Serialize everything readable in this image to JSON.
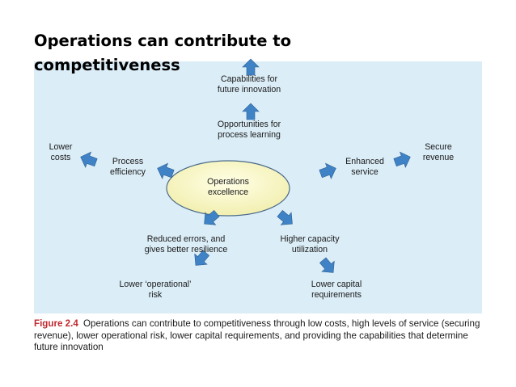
{
  "slide": {
    "title": "Operations can contribute to competitiveness"
  },
  "diagram": {
    "center": {
      "line1": "Operations",
      "line2": "excellence"
    },
    "nodes": {
      "capabilities": {
        "line1": "Capabilities for",
        "line2": "future innovation"
      },
      "opportunities": {
        "line1": "Opportunities for",
        "line2": "process learning"
      },
      "process_efficiency": {
        "line1": "Process",
        "line2": "efficiency"
      },
      "lower_costs": {
        "line1": "Lower",
        "line2": "costs"
      },
      "enhanced_service": {
        "line1": "Enhanced",
        "line2": "service"
      },
      "secure_revenue": {
        "line1": "Secure",
        "line2": "revenue"
      },
      "reduced_errors": {
        "line1": "Reduced errors, and",
        "line2": "gives better resilience"
      },
      "lower_operational_risk": {
        "line1": "Lower ‘operational’",
        "line2": "risk"
      },
      "higher_capacity": {
        "line1": "Higher capacity",
        "line2": "utilization"
      },
      "lower_capital": {
        "line1": "Lower capital",
        "line2": "requirements"
      }
    },
    "colors": {
      "panel_background": "#dbedf7",
      "arrow_fill": "#3f83c6",
      "ellipse_fill": "#faf8c8",
      "ellipse_stroke": "#4a6a8a",
      "figure_label": "#c0282f"
    }
  },
  "caption": {
    "label": "Figure 2.4",
    "text": "Operations can contribute to competitiveness through low costs, high levels of service (securing revenue), lower operational risk, lower capital requirements, and providing the capabilities that determine future innovation"
  }
}
